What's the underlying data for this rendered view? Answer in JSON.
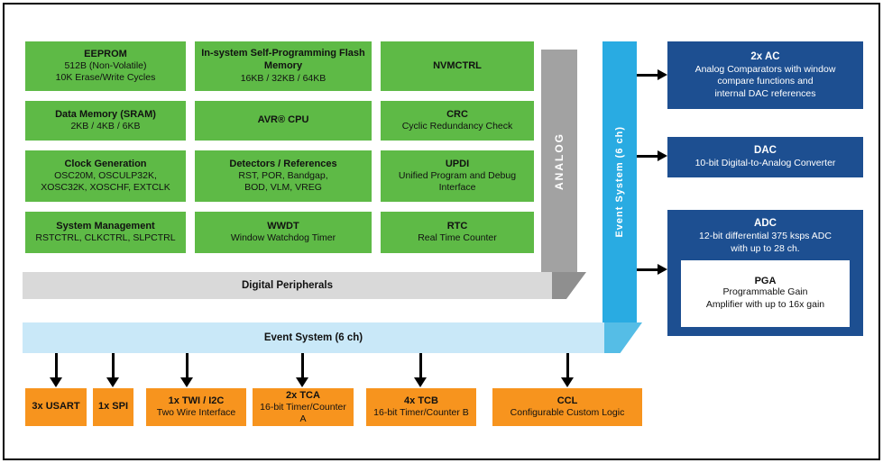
{
  "colors": {
    "green": "#5eba46",
    "dark_blue": "#1d4f91",
    "cyan": "#29abe2",
    "light_blue": "#c9e8f8",
    "gray": "#a2a2a2",
    "light_gray": "#d9d9d9",
    "dark_gray": "#8f8f8f",
    "orange": "#f7941e",
    "arrow": "#000000"
  },
  "green_blocks": [
    {
      "title": "EEPROM",
      "body": "512B (Non-Volatile)\n10K Erase/Write Cycles"
    },
    {
      "title": "In-system Self-Programming Flash Memory",
      "body": "16KB / 32KB / 64KB"
    },
    {
      "title": "NVMCTRL",
      "body": ""
    },
    {
      "title": "Data Memory (SRAM)",
      "body": "2KB / 4KB / 6KB"
    },
    {
      "title": "AVR® CPU",
      "body": ""
    },
    {
      "title": "CRC",
      "body": "Cyclic Redundancy Check"
    },
    {
      "title": "Clock Generation",
      "body": "OSC20M, OSCULP32K,\nXOSC32K, XOSCHF, EXTCLK"
    },
    {
      "title": "Detectors / References",
      "body": "RST, POR, Bandgap,\nBOD, VLM, VREG"
    },
    {
      "title": "UPDI",
      "body": "Unified Program and Debug\nInterface"
    },
    {
      "title": "System Management",
      "body": "RSTCTRL, CLKCTRL, SLPCTRL"
    },
    {
      "title": "WWDT",
      "body": "Window Watchdog Timer"
    },
    {
      "title": "RTC",
      "body": "Real Time Counter"
    }
  ],
  "bars": {
    "analog": "ANALOG",
    "event_vertical": "Event System (6 ch)",
    "digital_peripherals": "Digital Peripherals",
    "event_horizontal": "Event System (6 ch)"
  },
  "analog_blocks": [
    {
      "title": "2x AC",
      "body": "Analog Comparators with window\ncompare functions and\ninternal DAC references"
    },
    {
      "title": "DAC",
      "body": "10-bit Digital-to-Analog Converter"
    },
    {
      "title": "ADC",
      "body": "12-bit differential 375 ksps ADC\nwith up to 28 ch.",
      "inner": {
        "title": "PGA",
        "body": "Programmable Gain\nAmplifier with up to 16x gain"
      }
    }
  ],
  "peripheral_blocks": [
    {
      "title": "3x USART",
      "body": ""
    },
    {
      "title": "1x SPI",
      "body": ""
    },
    {
      "title": "1x TWI / I2C",
      "body": "Two Wire Interface"
    },
    {
      "title": "2x TCA",
      "body": "16-bit Timer/Counter A"
    },
    {
      "title": "4x TCB",
      "body": "16-bit Timer/Counter B"
    },
    {
      "title": "CCL",
      "body": "Configurable Custom Logic"
    }
  ]
}
